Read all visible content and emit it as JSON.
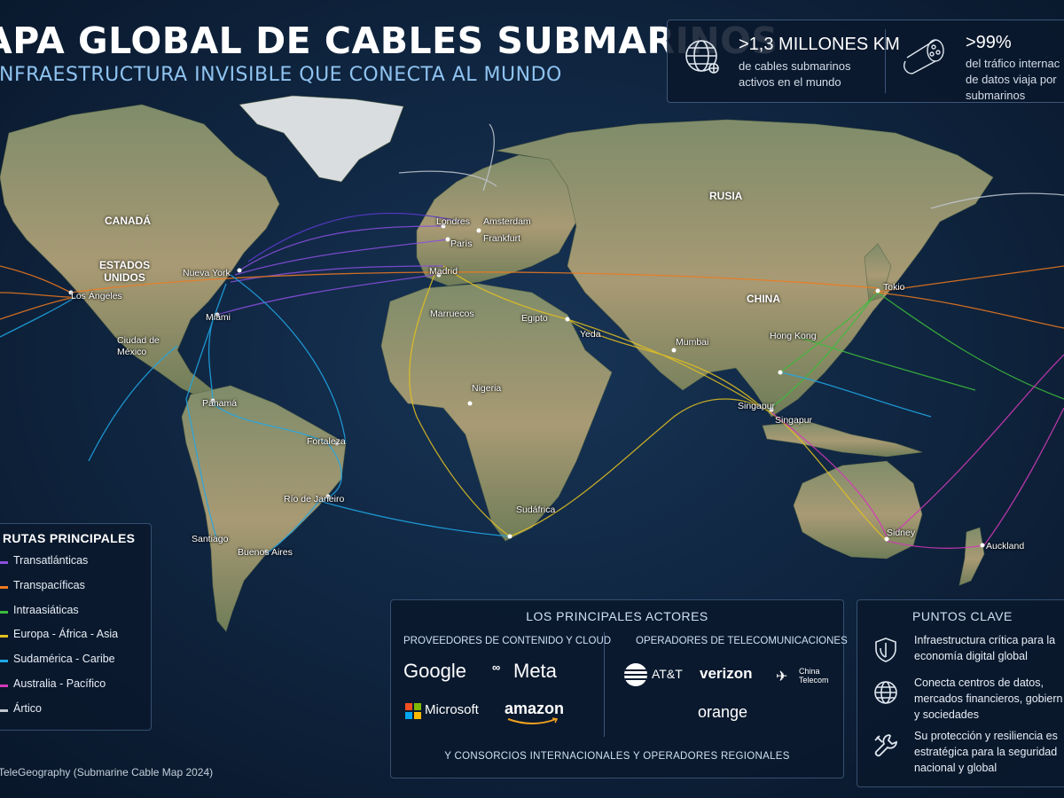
{
  "header": {
    "title": "APA GLOBAL DE CABLES SUBMARINOS",
    "subtitle": "INFRAESTRUCTURA INVISIBLE QUE CONECTA AL MUNDO"
  },
  "stats": [
    {
      "value": ">1,3 MILLONES KM",
      "desc": "de cables submarinos\nactivos en el mundo",
      "icon": "globe-network-icon"
    },
    {
      "value": ">99%",
      "desc": "del tráfico internac\nde datos viaja por\nsubmarinos",
      "icon": "cable-icon"
    }
  ],
  "map": {
    "countries": [
      "CANADÁ",
      "ESTADOS\nUNIDOS",
      "RUSIA",
      "CHINA"
    ],
    "cities": [
      "Londres",
      "Amsterdam",
      "Frankfurt",
      "París",
      "Madrid",
      "Nueva York",
      "Los Ángeles",
      "Miami",
      "Ciudad de\nMéxico",
      "Marruecos",
      "Egipto",
      "Yeda",
      "Mumbai",
      "Hong Kong",
      "Tokio",
      "Singapur",
      "Singapur",
      "Nigeria",
      "Panamá",
      "Fortaleza",
      "Río de Janeiro",
      "Santiago",
      "Buenos Aires",
      "Sudáfrica",
      "Sidney",
      "Auckland"
    ]
  },
  "legend": {
    "title": "RUTAS PRINCIPALES",
    "items": [
      {
        "label": "Transatlánticas",
        "color": "#8a4fe0"
      },
      {
        "label": "Transpacíficas",
        "color": "#f07a1e"
      },
      {
        "label": "Intraasiáticas",
        "color": "#3cbc3c"
      },
      {
        "label": "Europa - África - Asia",
        "color": "#e3c020"
      },
      {
        "label": "Sudamérica - Caribe",
        "color": "#1fa8e8"
      },
      {
        "label": "Australia - Pacífico",
        "color": "#d23ab8"
      },
      {
        "label": "Ártico",
        "color": "#c0c6cf"
      }
    ]
  },
  "actors": {
    "title": "LOS PRINCIPALES ACTORES",
    "content_header": "PROVEEDORES DE CONTENIDO Y CLOUD",
    "telecom_header": "OPERADORES DE TELECOMUNICACIONES",
    "content_logos": [
      "Google",
      "Meta",
      "Microsoft",
      "amazon"
    ],
    "telecom_logos": [
      "AT&T",
      "verizon",
      "China\nTelecom",
      "orange"
    ],
    "footer": "Y CONSORCIOS INTERNACIONALES Y OPERADORES REGIONALES"
  },
  "key_points": {
    "title": "PUNTOS CLAVE",
    "items": [
      {
        "text": "Infraestructura crítica para la\neconomía digital global",
        "icon": "shield-icon"
      },
      {
        "text": "Conecta centros de datos,\nmercados financieros, gobiern\ny sociedades",
        "icon": "globe-icon"
      },
      {
        "text": "Su protección y resiliencia es\nestratégica para la seguridad\nnacional y global",
        "icon": "wrench-icon"
      }
    ]
  },
  "source": "TeleGeography (Submarine Cable Map 2024)",
  "colors": {
    "ocean": "#0b1c33",
    "land": "#8d8a6c",
    "panel": "#0a182c",
    "accent": "#8fc3f0"
  }
}
